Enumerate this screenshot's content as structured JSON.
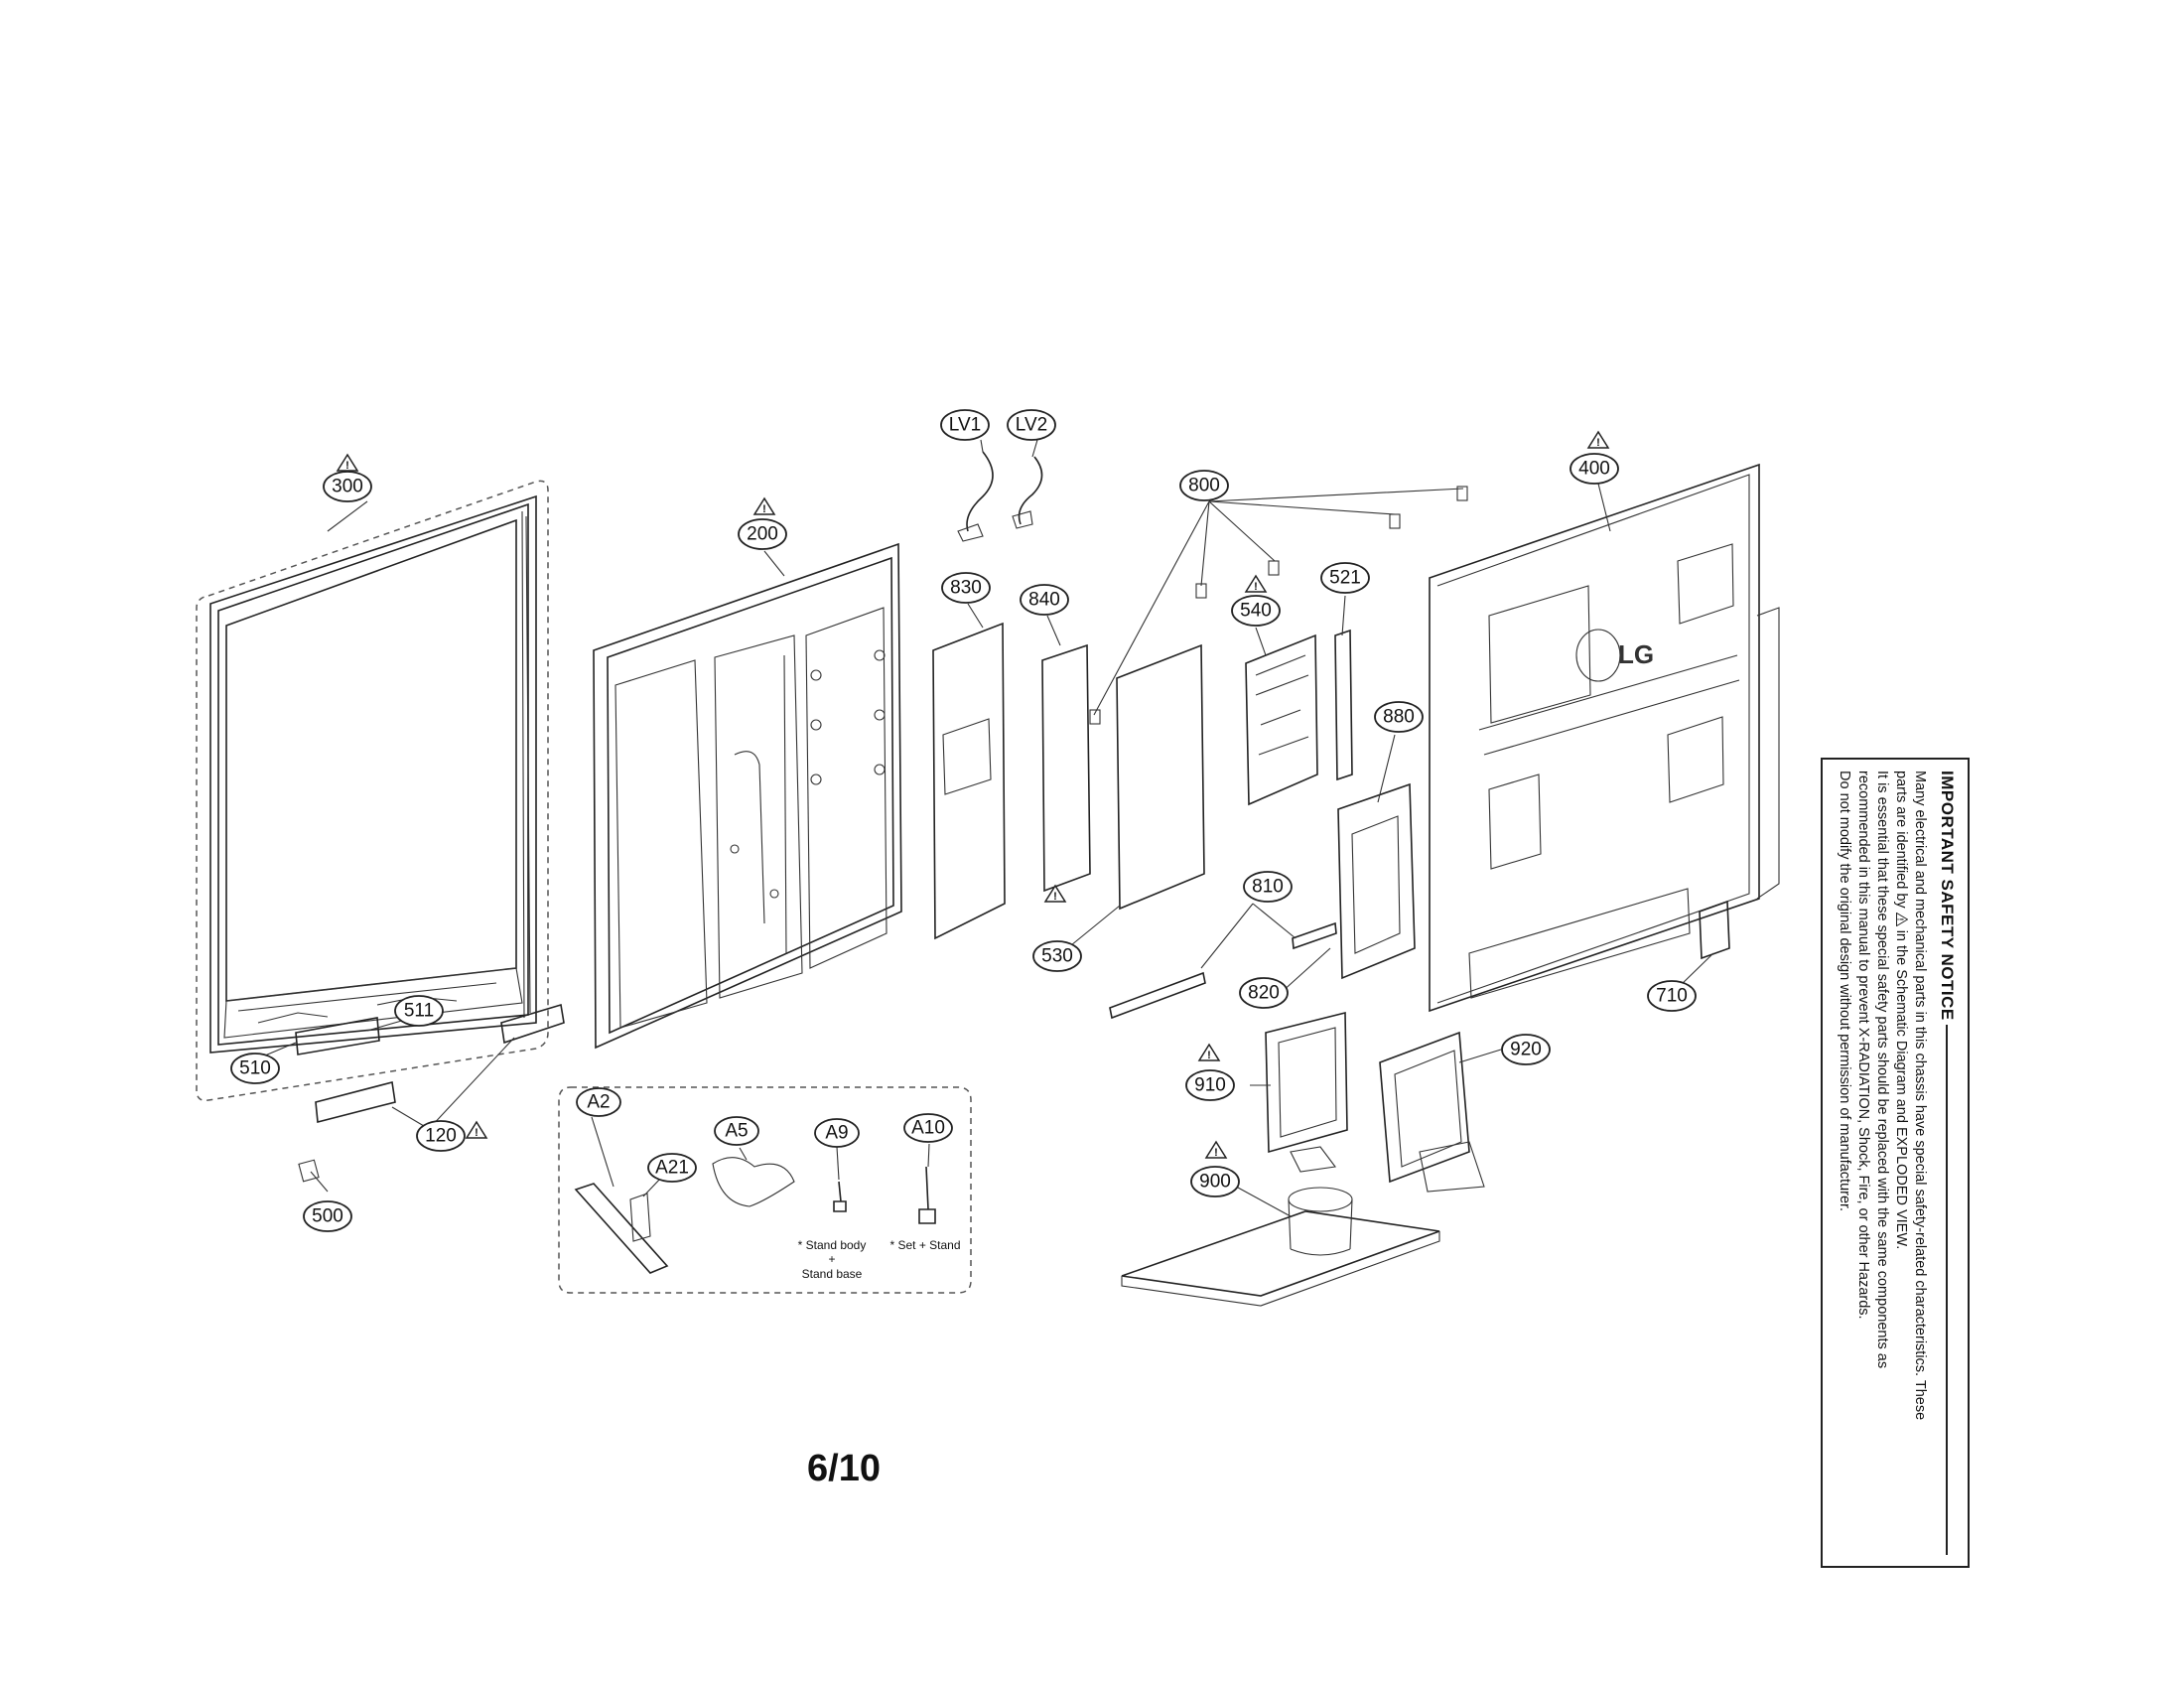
{
  "callouts": {
    "c300": "300",
    "c200": "200",
    "cLV1": "LV1",
    "cLV2": "LV2",
    "c830": "830",
    "c840": "840",
    "c800": "800",
    "c400": "400",
    "c540": "540",
    "c521": "521",
    "c880": "880",
    "c810": "810",
    "c530": "530",
    "c820": "820",
    "c710": "710",
    "c511": "511",
    "c510": "510",
    "c120": "120",
    "c500": "500",
    "cA2": "A2",
    "cA21": "A21",
    "cA5": "A5",
    "cA9": "A9",
    "cA10": "A10",
    "c910": "910",
    "c920": "920",
    "c900": "900"
  },
  "accessory_notes": {
    "stand_body": "* Stand body",
    "plus": "+",
    "stand_base": "Stand base",
    "set_stand": "* Set + Stand"
  },
  "brand_logo": "LG",
  "page_number": "6/10",
  "safety_notice": {
    "title": "IMPORTANT SAFETY NOTICE",
    "line1": "Many electrical and mechanical parts in this chassis have special safety-related characteristics. These",
    "line2_pre": "parts are identified by",
    "line2_post": "in the Schematic Diagram and EXPLODED VIEW.",
    "line3": "It is essential that these special safety parts should be replaced with the same components as",
    "line4": "recommended in this manual to prevent X-RADIATION, Shock, Fire, or other Hazards.",
    "line5": "Do not modify the original design without permission of manufacturer."
  }
}
